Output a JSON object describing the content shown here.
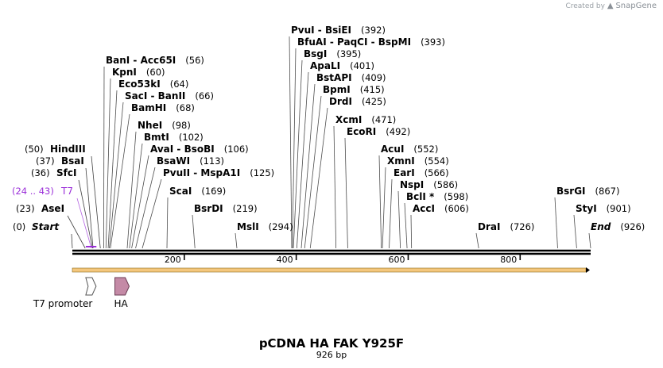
{
  "credit": {
    "prefix": "Created by",
    "brand": "SnapGene"
  },
  "title": "pCDNA HA FAK Y925F",
  "subtitle": "926 bp",
  "sequence_length": 926,
  "ruler_ticks": [
    "200",
    "400",
    "600",
    "800"
  ],
  "colors": {
    "backbone": "#000000",
    "arrow_fill": "#f4c77d",
    "arrow_edge": "#8a6a1c",
    "t7": "#9b30d9",
    "ha_fill": "#c48aa6",
    "promoter_fill": "#ffffff"
  },
  "sites": [
    {
      "name": "Start",
      "pos_text": "(0)",
      "bp": 0,
      "italic": true,
      "side": "left"
    },
    {
      "name": "AseI",
      "pos_text": "(23)",
      "bp": 23,
      "side": "left"
    },
    {
      "name": "T7",
      "pos_text": "(24 .. 43)",
      "bp": 34,
      "side": "left",
      "primer": true
    },
    {
      "name": "SfcI",
      "pos_text": "(36)",
      "bp": 36,
      "side": "left"
    },
    {
      "name": "BsaI",
      "pos_text": "(37)",
      "bp": 37,
      "side": "left"
    },
    {
      "name": "HindIII",
      "pos_text": "(50)",
      "bp": 50,
      "side": "left"
    },
    {
      "name": "BanI  -  Acc65I",
      "pos_text": "(56)",
      "bp": 56,
      "side": "right"
    },
    {
      "name": "KpnI",
      "pos_text": "(60)",
      "bp": 60,
      "side": "right"
    },
    {
      "name": "Eco53kI",
      "pos_text": "(64)",
      "bp": 64,
      "side": "right"
    },
    {
      "name": "SacI  -  BanII",
      "pos_text": "(66)",
      "bp": 66,
      "side": "right"
    },
    {
      "name": "BamHI",
      "pos_text": "(68)",
      "bp": 68,
      "side": "right"
    },
    {
      "name": "NheI",
      "pos_text": "(98)",
      "bp": 98,
      "side": "right"
    },
    {
      "name": "BmtI",
      "pos_text": "(102)",
      "bp": 102,
      "side": "right"
    },
    {
      "name": "AvaI  -  BsoBI",
      "pos_text": "(106)",
      "bp": 106,
      "side": "right"
    },
    {
      "name": "BsaWI",
      "pos_text": "(113)",
      "bp": 113,
      "side": "right"
    },
    {
      "name": "PvuII  -  MspA1I",
      "pos_text": "(125)",
      "bp": 125,
      "side": "right"
    },
    {
      "name": "ScaI",
      "pos_text": "(169)",
      "bp": 169,
      "side": "right"
    },
    {
      "name": "BsrDI",
      "pos_text": "(219)",
      "bp": 219,
      "side": "right"
    },
    {
      "name": "MslI",
      "pos_text": "(294)",
      "bp": 294,
      "side": "right"
    },
    {
      "name": "PvuI  -  BsiEI",
      "pos_text": "(392)",
      "bp": 392,
      "side": "right"
    },
    {
      "name": "BfuAI  -  PaqCI  -  BspMI",
      "pos_text": "(393)",
      "bp": 393,
      "side": "right"
    },
    {
      "name": "BsgI",
      "pos_text": "(395)",
      "bp": 395,
      "side": "right"
    },
    {
      "name": "ApaLI",
      "pos_text": "(401)",
      "bp": 401,
      "side": "right"
    },
    {
      "name": "BstAPI",
      "pos_text": "(409)",
      "bp": 409,
      "side": "right"
    },
    {
      "name": "BpmI",
      "pos_text": "(415)",
      "bp": 415,
      "side": "right"
    },
    {
      "name": "DrdI",
      "pos_text": "(425)",
      "bp": 425,
      "side": "right"
    },
    {
      "name": "XcmI",
      "pos_text": "(471)",
      "bp": 471,
      "side": "right"
    },
    {
      "name": "EcoRI",
      "pos_text": "(492)",
      "bp": 492,
      "side": "right"
    },
    {
      "name": "AcuI",
      "pos_text": "(552)",
      "bp": 552,
      "side": "right"
    },
    {
      "name": "XmnI",
      "pos_text": "(554)",
      "bp": 554,
      "side": "right"
    },
    {
      "name": "EarI",
      "pos_text": "(566)",
      "bp": 566,
      "side": "right"
    },
    {
      "name": "NspI",
      "pos_text": "(586)",
      "bp": 586,
      "side": "right"
    },
    {
      "name": "BclI *",
      "pos_text": "(598)",
      "bp": 598,
      "side": "right"
    },
    {
      "name": "AccI",
      "pos_text": "(606)",
      "bp": 606,
      "side": "right"
    },
    {
      "name": "DraI",
      "pos_text": "(726)",
      "bp": 726,
      "side": "right"
    },
    {
      "name": "BsrGI",
      "pos_text": "(867)",
      "bp": 867,
      "side": "right"
    },
    {
      "name": "StyI",
      "pos_text": "(901)",
      "bp": 901,
      "side": "right"
    },
    {
      "name": "End",
      "pos_text": "(926)",
      "bp": 926,
      "italic": true,
      "side": "right"
    }
  ],
  "features": [
    {
      "name": "T7 promoter",
      "start": 24,
      "end": 43,
      "shape": "promoter-arrow"
    },
    {
      "name": "HA",
      "start": 76,
      "end": 102,
      "shape": "tag-arrow"
    }
  ]
}
